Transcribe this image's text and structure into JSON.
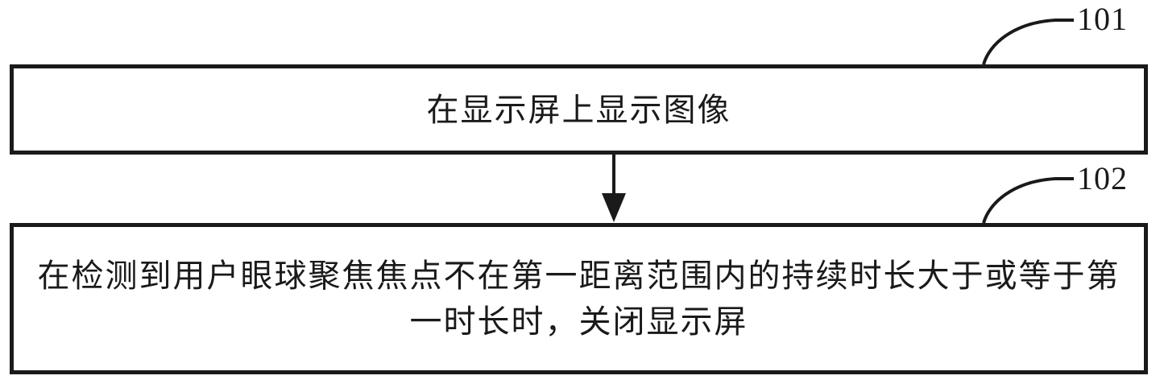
{
  "flowchart": {
    "colors": {
      "background": "#ffffff",
      "line": "#1a1a1a",
      "text": "#1a1a1a"
    },
    "steps": [
      {
        "ref": "101",
        "lines": [
          "在显示屏上显示图像"
        ]
      },
      {
        "ref": "102",
        "lines": [
          "在检测到用户眼球聚焦焦点不在第一距离范围内的持续时长大于或等于第",
          "一时长时，关闭显示屏"
        ]
      }
    ],
    "connectors": [
      {
        "from": "101",
        "to": "102",
        "type": "arrow-down"
      }
    ]
  }
}
